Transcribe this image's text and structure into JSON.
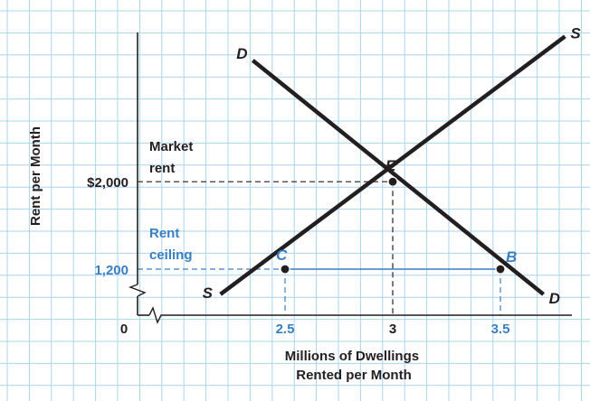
{
  "chart_data": {
    "type": "line",
    "title": "",
    "xlabel": [
      "Millions of Dwellings",
      "Rented per Month"
    ],
    "ylabel": "Rent per Month",
    "origin_label": "0",
    "x_ticks": [
      {
        "value": 2.5,
        "label": "2.5",
        "highlight": true
      },
      {
        "value": 3,
        "label": "3",
        "highlight": false
      },
      {
        "value": 3.5,
        "label": "3.5",
        "highlight": true
      }
    ],
    "y_ticks": [
      {
        "value": 2000,
        "label": "$2,000",
        "highlight": false
      },
      {
        "value": 1200,
        "label": "1,200",
        "highlight": true
      }
    ],
    "series": [
      {
        "name": "D",
        "start_label": "D",
        "end_label": "D",
        "points": [
          {
            "x": 2.35,
            "y": 3110
          },
          {
            "x": 3.7,
            "y": 970
          }
        ]
      },
      {
        "name": "S",
        "start_label": "S",
        "end_label": "S",
        "points": [
          {
            "x": 2.2,
            "y": 970
          },
          {
            "x": 3.8,
            "y": 3330
          }
        ]
      }
    ],
    "points": [
      {
        "label": "E",
        "x": 3,
        "y": 2000,
        "highlight": false
      },
      {
        "label": "C",
        "x": 2.5,
        "y": 1200,
        "highlight": true
      },
      {
        "label": "B",
        "x": 3.5,
        "y": 1200,
        "highlight": true
      }
    ],
    "annotations": [
      {
        "text": [
          "Market",
          "rent"
        ],
        "highlight": false
      },
      {
        "text": [
          "Rent",
          "ceiling"
        ],
        "highlight": true
      }
    ],
    "grid": true,
    "axis_break": true
  },
  "colors": {
    "grid": "#a9d4ec",
    "curve": "#231f20",
    "highlight": "#3a7fc1",
    "text": "#231f20",
    "background": "#ffffff"
  }
}
